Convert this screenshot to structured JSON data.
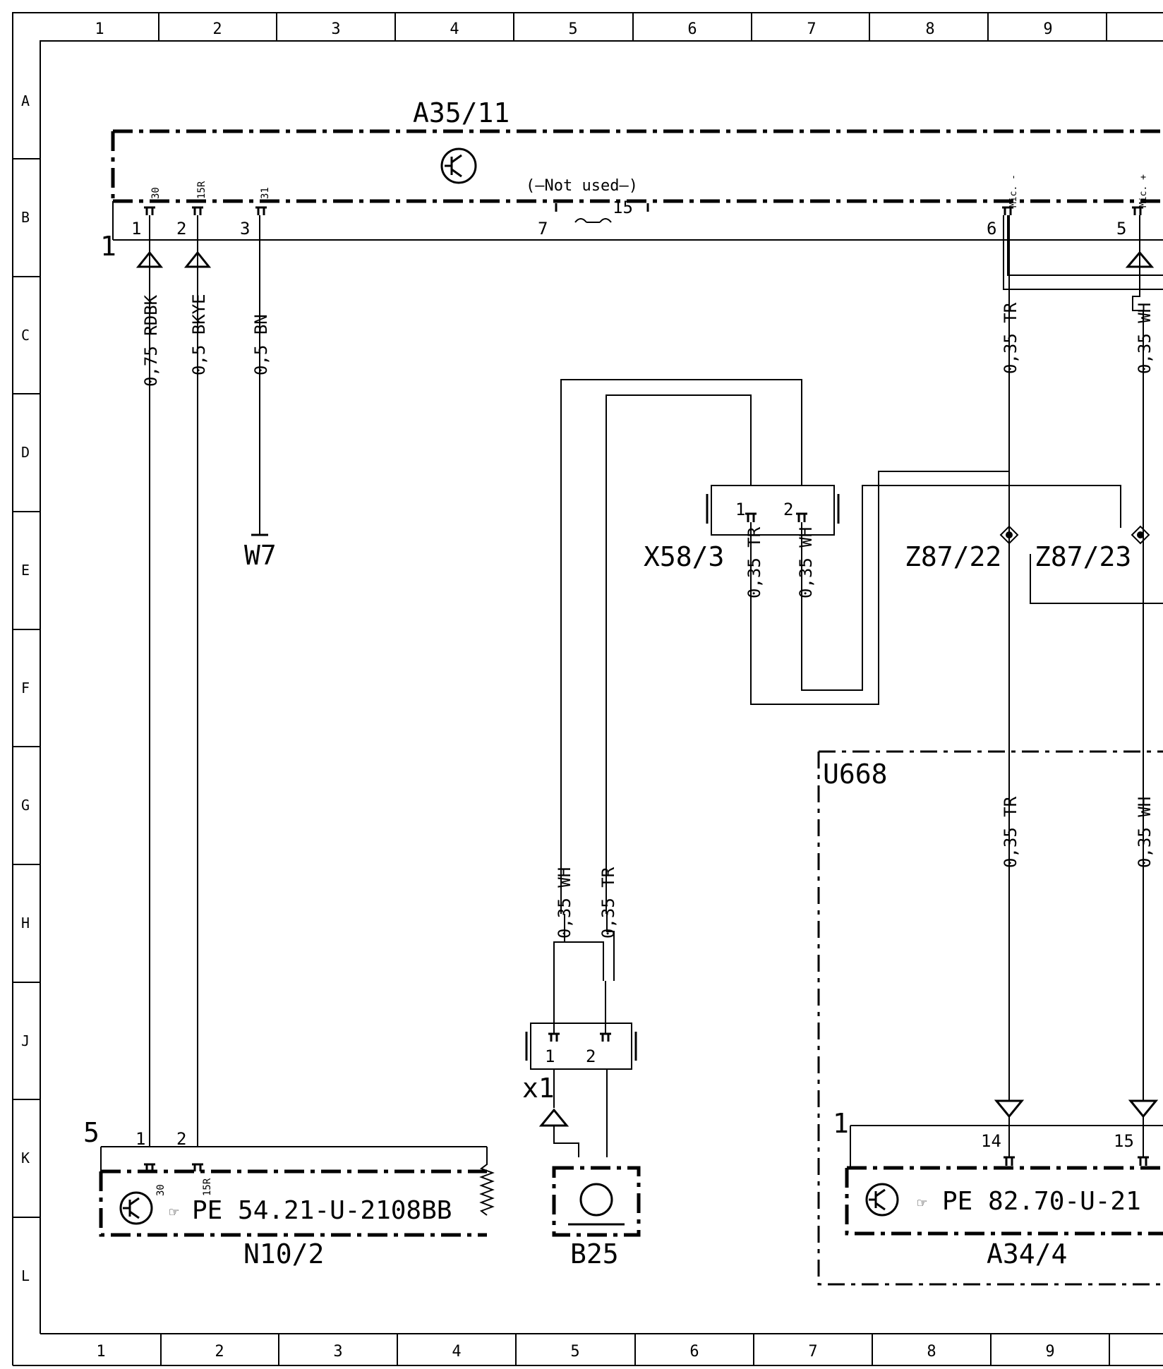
{
  "frame": {
    "columns": [
      "1",
      "2",
      "3",
      "4",
      "5",
      "6",
      "7",
      "8",
      "9"
    ],
    "rows": [
      "A",
      "B",
      "C",
      "D",
      "E",
      "F",
      "G",
      "H",
      "J",
      "K",
      "L"
    ]
  },
  "components": {
    "a35_11": "A35/11",
    "n10_2": "N10/2",
    "b25": "B25",
    "a34_4": "A34/4",
    "x58_3": "X58/3",
    "z87_22": "Z87/22",
    "z87_23": "Z87/23",
    "u668": "U668",
    "w7": "W7",
    "x1": "x1"
  },
  "a35_11_pins": {
    "p1": "1",
    "t1": "30",
    "p2": "2",
    "t2": "15R",
    "p3": "3",
    "t3": "31",
    "p7": "7",
    "p15": "15",
    "p6": "6",
    "t6": "Mic. -",
    "p5": "5",
    "t5": "Mic. +",
    "not_used": "(—Not used—)",
    "bus_no": "1"
  },
  "n10_2_pins": {
    "p1": "1",
    "t1": "30",
    "p2": "2",
    "t2": "15R",
    "bus_no": "5",
    "ref": "PE 54.21-U-2108BB"
  },
  "x58_3_pins": {
    "p1": "1",
    "p2": "2"
  },
  "x1_pins": {
    "p1": "1",
    "p2": "2"
  },
  "a34_4_pins": {
    "p14": "14",
    "p15": "15",
    "bus_no": "1",
    "ref": "PE 82.70-U-21"
  },
  "wires": {
    "w_rdbk": "0,75 RDBK",
    "w_bkye": "0,5 BKYE",
    "w_bn": "0,5 BN",
    "w_tr_top": "0,35 TR",
    "w_wh_top": "0,35 WH",
    "w_x58_tr": "0,35 TR",
    "w_x58_wh": "0,35 WH",
    "w_tr_mid": "0,35 TR",
    "w_wh_mid": "0,35 WH",
    "w_b25_wh": "0,35 WH",
    "w_b25_tr": "0,35 TR"
  }
}
